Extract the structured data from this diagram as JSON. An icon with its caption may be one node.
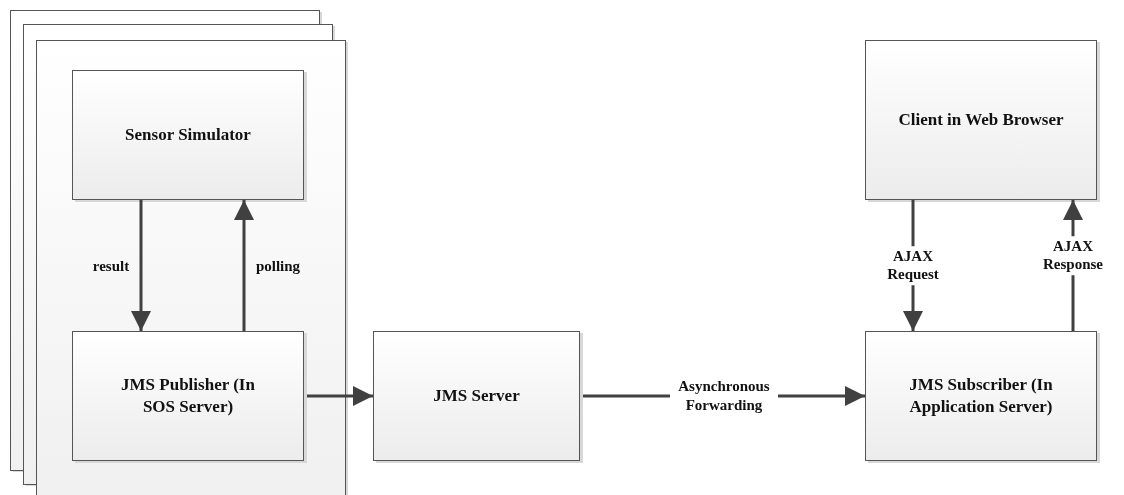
{
  "diagram": {
    "nodes": [
      {
        "text": [
          "Sensor Simulator"
        ]
      },
      {
        "text": [
          "JMS Publisher (In SOS Server)"
        ]
      },
      {
        "text": [
          "JMS Server"
        ]
      },
      {
        "text": [
          "Client in Web Browser"
        ]
      },
      {
        "text": [
          "JMS Subscriber (In Application Server)"
        ]
      }
    ],
    "edges": [
      {
        "from": 0,
        "to": 1,
        "arrow": "to",
        "label": "result"
      },
      {
        "from": 1,
        "to": 0,
        "arrow": "to",
        "label": "polling"
      },
      {
        "from": 1,
        "to": 2,
        "arrow": "to"
      },
      {
        "from": 2,
        "to": 4,
        "arrow": "to",
        "label": "Asynchronous Forwarding"
      },
      {
        "from": 3,
        "to": 4,
        "arrow": "to",
        "label": "AJAX Request"
      },
      {
        "from": 4,
        "to": 3,
        "arrow": "to",
        "label": "AJAX Response"
      }
    ]
  }
}
